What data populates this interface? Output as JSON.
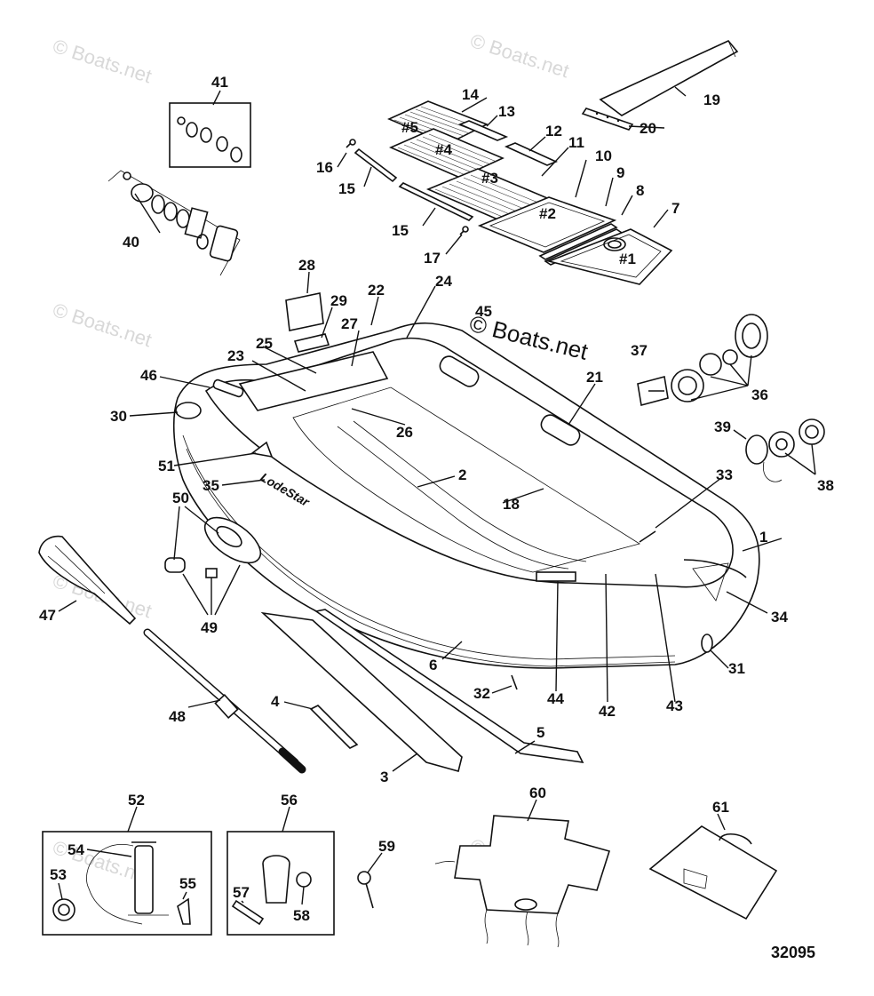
{
  "diagram_id": "32095",
  "watermark": "© Boats.net",
  "brand_mark": "LodeStar",
  "callouts": [
    "1",
    "2",
    "3",
    "4",
    "5",
    "6",
    "7",
    "8",
    "9",
    "10",
    "11",
    "12",
    "13",
    "14",
    "15",
    "15",
    "16",
    "17",
    "18",
    "19",
    "20",
    "21",
    "22",
    "23",
    "24",
    "25",
    "26",
    "27",
    "28",
    "29",
    "30",
    "31",
    "32",
    "33",
    "34",
    "35",
    "36",
    "37",
    "38",
    "39",
    "40",
    "41",
    "42",
    "43",
    "44",
    "45",
    "46",
    "47",
    "48",
    "49",
    "50",
    "51",
    "52",
    "53",
    "54",
    "55",
    "56",
    "57",
    "58",
    "59",
    "60",
    "61"
  ],
  "floor_panels": [
    "#1",
    "#2",
    "#3",
    "#4",
    "#5"
  ]
}
